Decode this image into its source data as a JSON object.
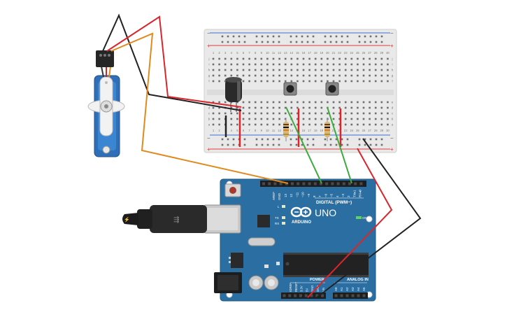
{
  "board": {
    "brand": "ARDUINO",
    "model": "UNO",
    "digital_header": "DIGITAL (PWM~)",
    "power_label": "POWER",
    "analog_label": "ANALOG IN",
    "aref": "AREF",
    "gnd": "GND",
    "digital_pins": [
      "13",
      "12",
      "~11",
      "~10",
      "~9",
      "8",
      "7",
      "~6",
      "~5",
      "4",
      "~3",
      "2",
      "TX▸1",
      "RX◂0"
    ],
    "power_pins": [
      "IOREF",
      "RESET",
      "3.3V",
      "5V",
      "GND",
      "GND",
      "Vin"
    ],
    "analog_pins": [
      "A0",
      "A1",
      "A2",
      "A3",
      "A4",
      "A5"
    ],
    "led_l": "L",
    "led_tx": "TX",
    "led_rx": "RX",
    "led_on": "ON"
  },
  "breadboard": {
    "column_numbers": [
      "1",
      "2",
      "3",
      "4",
      "5",
      "6",
      "7",
      "8",
      "9",
      "10",
      "11",
      "12",
      "13",
      "14",
      "15",
      "16",
      "17",
      "18",
      "19",
      "20",
      "21",
      "22",
      "23",
      "24",
      "25",
      "26",
      "27",
      "28",
      "29",
      "30"
    ],
    "row_letters_top": [
      "j",
      "i",
      "h",
      "g",
      "f"
    ],
    "row_letters_bottom": [
      "e",
      "d",
      "c",
      "b",
      "a"
    ],
    "rail_minus": "−",
    "rail_plus": "+"
  },
  "components": {
    "servo": "servo-motor",
    "capacitor": "electrolytic-capacitor",
    "buttons": [
      "pushbutton",
      "pushbutton"
    ],
    "resistors": [
      "resistor",
      "resistor"
    ],
    "usb": "usb-b-cable"
  },
  "colors": {
    "board": "#2b6fa2",
    "breadboard": "#e8e8e8",
    "wire_red": "#d9262c",
    "wire_black": "#222222",
    "wire_orange": "#e08a1e",
    "wire_green": "#3daa3d",
    "servo": "#2f6fb8",
    "rail_red": "#e23b3b",
    "rail_blue": "#3b6fd0"
  }
}
